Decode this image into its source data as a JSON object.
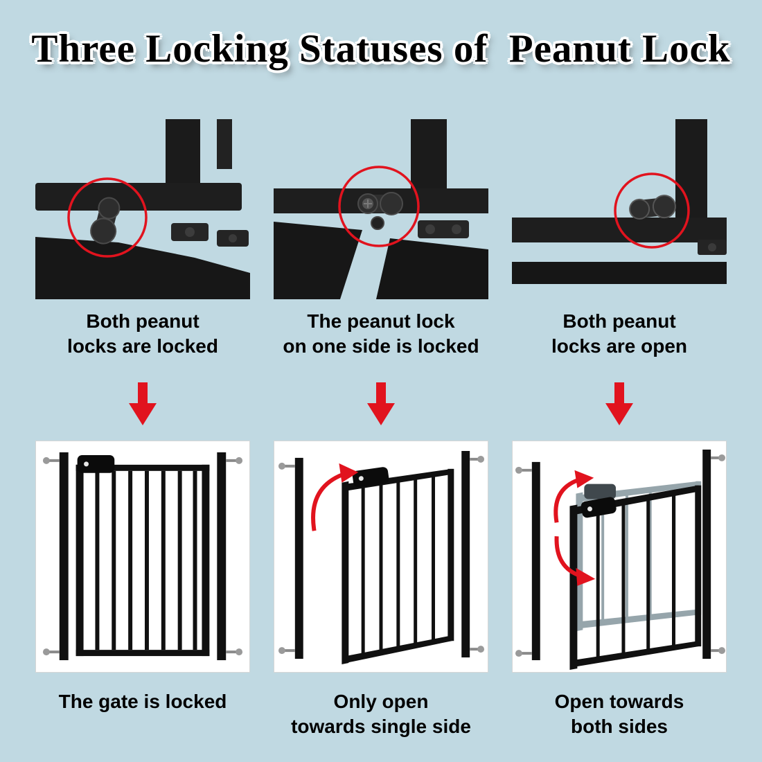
{
  "title": "Three Locking Statuses of  Peanut Lock",
  "colors": {
    "background": "#c0d9e2",
    "accent_red": "#e1131e",
    "photo_dark": "#1b1b1b",
    "panel_white": "#ffffff"
  },
  "columns": [
    {
      "id": "both-locked",
      "photo_caption": "Both peanut\nlocks are locked",
      "gate_caption": "The gate is locked"
    },
    {
      "id": "one-side-locked",
      "photo_caption": "The peanut lock\non one side is locked",
      "gate_caption": "Only open\ntowards single side"
    },
    {
      "id": "both-open",
      "photo_caption": "Both peanut\nlocks are open",
      "gate_caption": "Open towards\nboth sides"
    }
  ]
}
